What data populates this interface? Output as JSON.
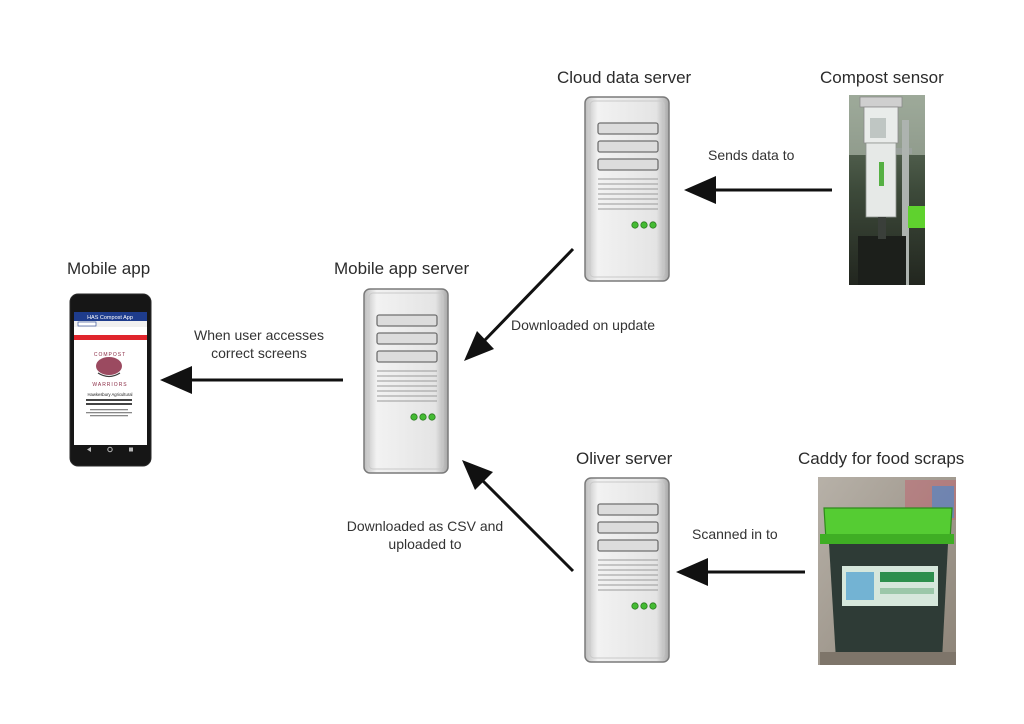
{
  "nodes": {
    "mobile_app": "Mobile app",
    "mobile_app_server": "Mobile app server",
    "cloud_data_server": "Cloud data server",
    "compost_sensor": "Compost sensor",
    "oliver_server": "Oliver server",
    "caddy": "Caddy for food scraps"
  },
  "edges": {
    "sends_data": "Sends data to",
    "downloaded_on_update": "Downloaded on update",
    "user_accesses": [
      "When user accesses",
      "correct screens"
    ],
    "downloaded_csv": [
      "Downloaded as CSV and",
      "uploaded to"
    ],
    "scanned_in": "Scanned in to"
  },
  "phone": {
    "app_title": "HAS Compost App",
    "logo_top": "COMPOST",
    "logo_bottom": "WARRIORS",
    "heading_1": "Hawkesbury Agricultural",
    "heading_2": "College compost app"
  },
  "colors": {
    "server_body": "#e6e6e6",
    "server_edge": "#7a7a7a",
    "led": "#44bb33",
    "caddy_lid": "#55cc33",
    "app_bar": "#1e3c8c",
    "app_accent": "#e0242c",
    "arrow": "#111111"
  }
}
